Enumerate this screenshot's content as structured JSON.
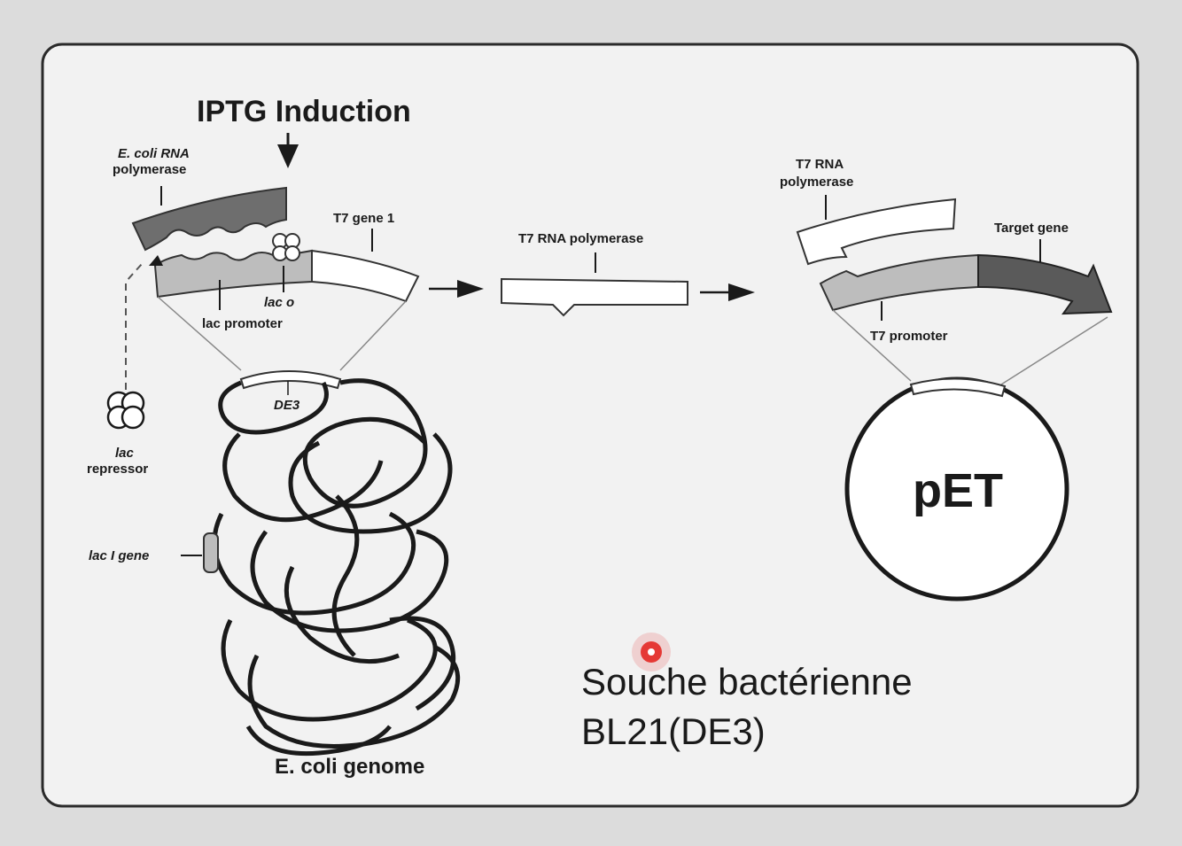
{
  "diagram": {
    "title": "IPTG Induction",
    "labels": {
      "ecoli_rna_pol_line1": "E. coli RNA",
      "ecoli_rna_pol_line2": "polymerase",
      "t7_gene1": "T7 gene 1",
      "lac_o": "lac o",
      "lac_promoter": "lac promoter",
      "de3": "DE3",
      "lac_repressor_line1": "lac",
      "lac_repressor_line2": "repressor",
      "lacI_gene": "lac I gene",
      "ecoli_genome": "E. coli genome",
      "t7_rna_pol_center": "T7 RNA polymerase",
      "t7_rna_pol_right_line1": "T7 RNA",
      "t7_rna_pol_right_line2": "polymerase",
      "target_gene": "Target gene",
      "t7_promoter": "T7 promoter",
      "pet": "pET"
    },
    "caption_line1": "Souche bactérienne",
    "caption_line2": "BL21(DE3)",
    "colors": {
      "background": "#dcdcdc",
      "panel": "#f2f2f2",
      "polymerase_dark": "#6e6e6e",
      "promoter_light": "#bdbdbd",
      "target_gene": "#5a5a5a",
      "pointer": "#e53935"
    }
  }
}
